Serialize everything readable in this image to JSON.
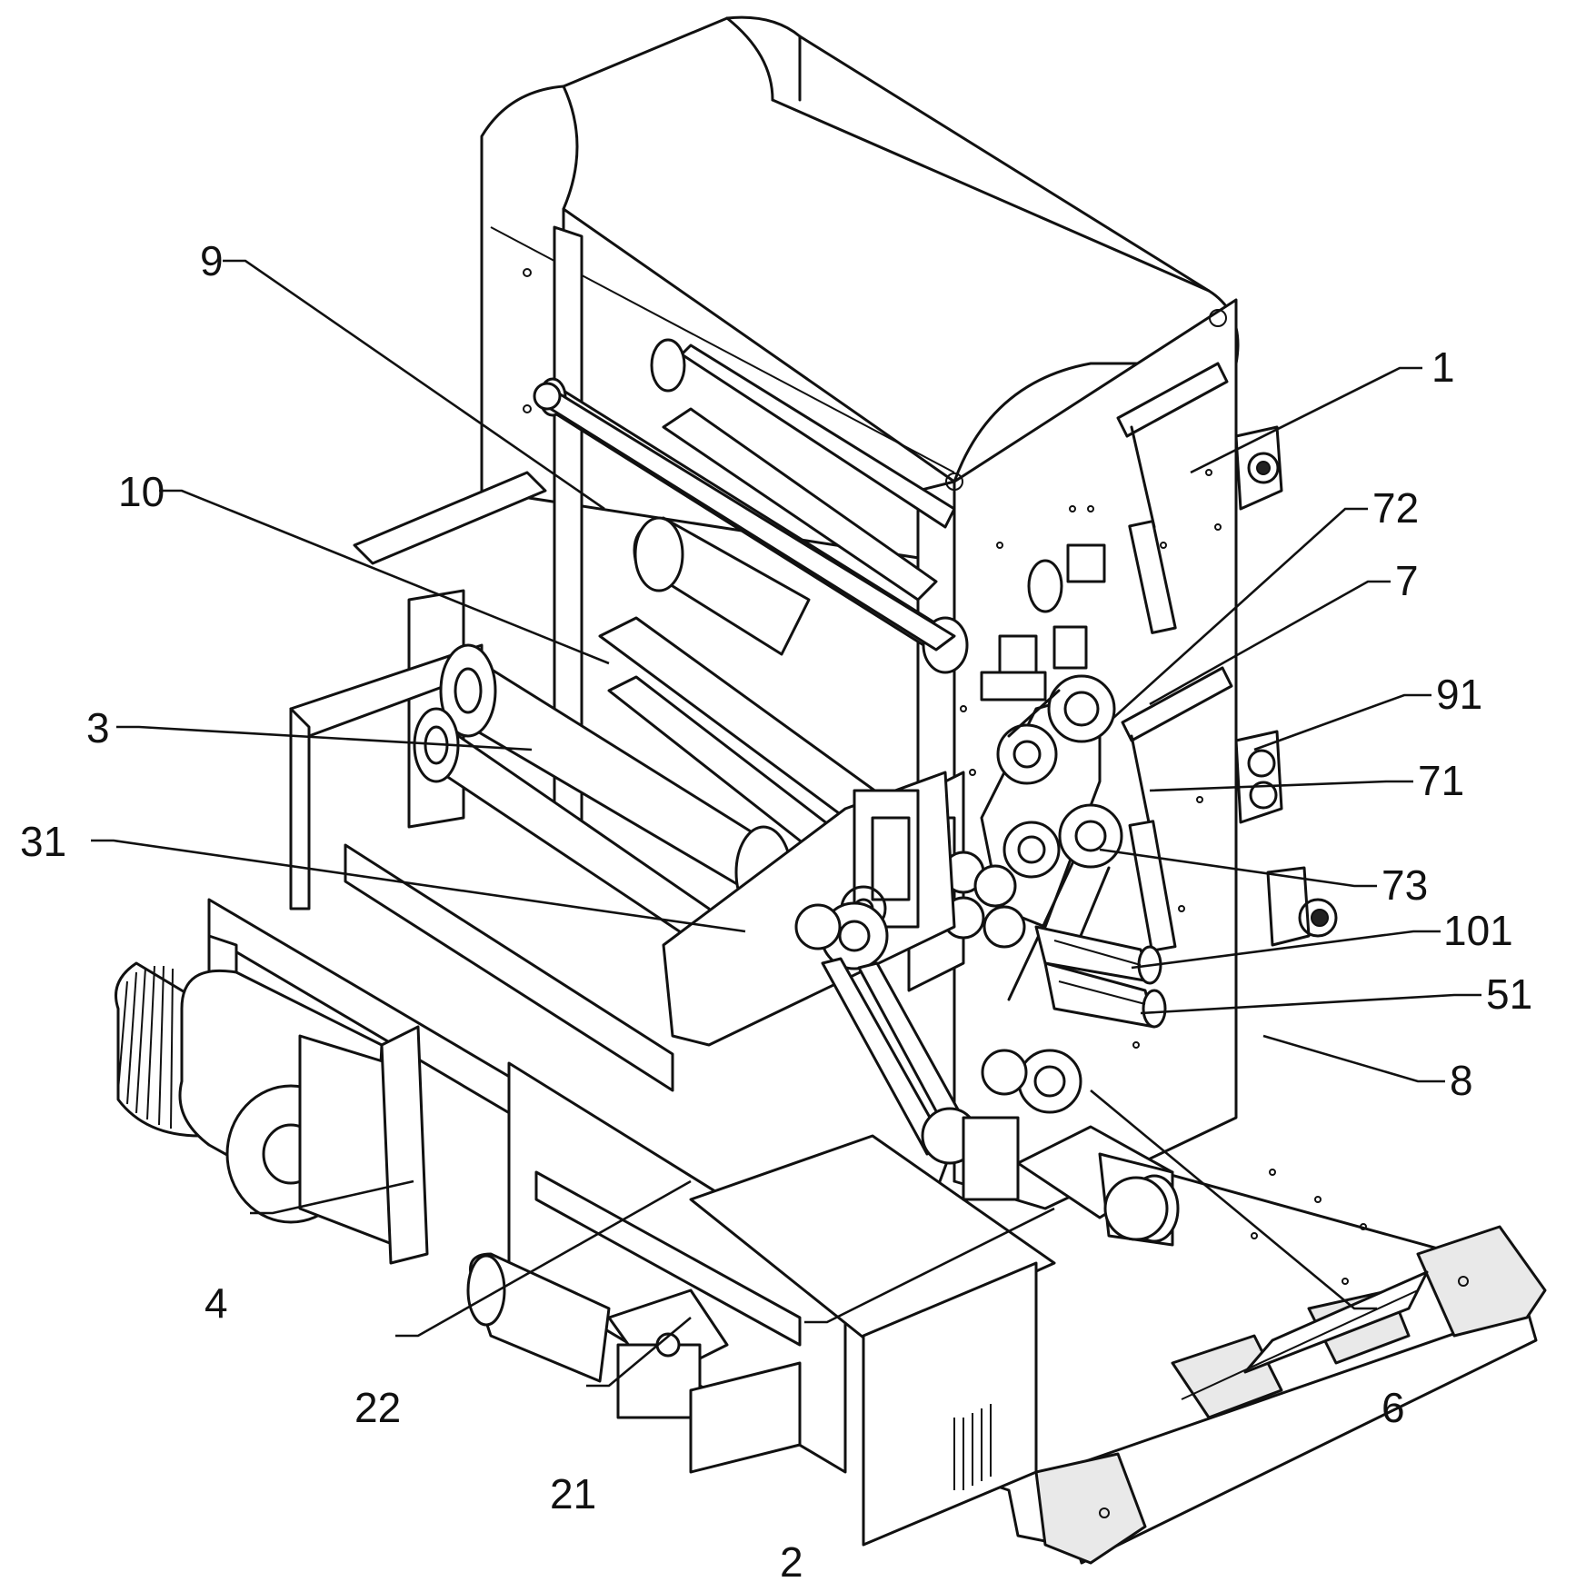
{
  "figure": {
    "labels": [
      {
        "id": "1",
        "text": "1"
      },
      {
        "id": "72",
        "text": "72"
      },
      {
        "id": "7",
        "text": "7"
      },
      {
        "id": "91",
        "text": "91"
      },
      {
        "id": "71",
        "text": "71"
      },
      {
        "id": "73",
        "text": "73"
      },
      {
        "id": "101",
        "text": "101"
      },
      {
        "id": "51",
        "text": "51"
      },
      {
        "id": "8",
        "text": "8"
      },
      {
        "id": "6",
        "text": "6"
      },
      {
        "id": "2",
        "text": "2"
      },
      {
        "id": "21",
        "text": "21"
      },
      {
        "id": "22",
        "text": "22"
      },
      {
        "id": "4",
        "text": "4"
      },
      {
        "id": "31",
        "text": "31"
      },
      {
        "id": "3",
        "text": "3"
      },
      {
        "id": "10",
        "text": "10"
      },
      {
        "id": "9",
        "text": "9"
      }
    ]
  }
}
